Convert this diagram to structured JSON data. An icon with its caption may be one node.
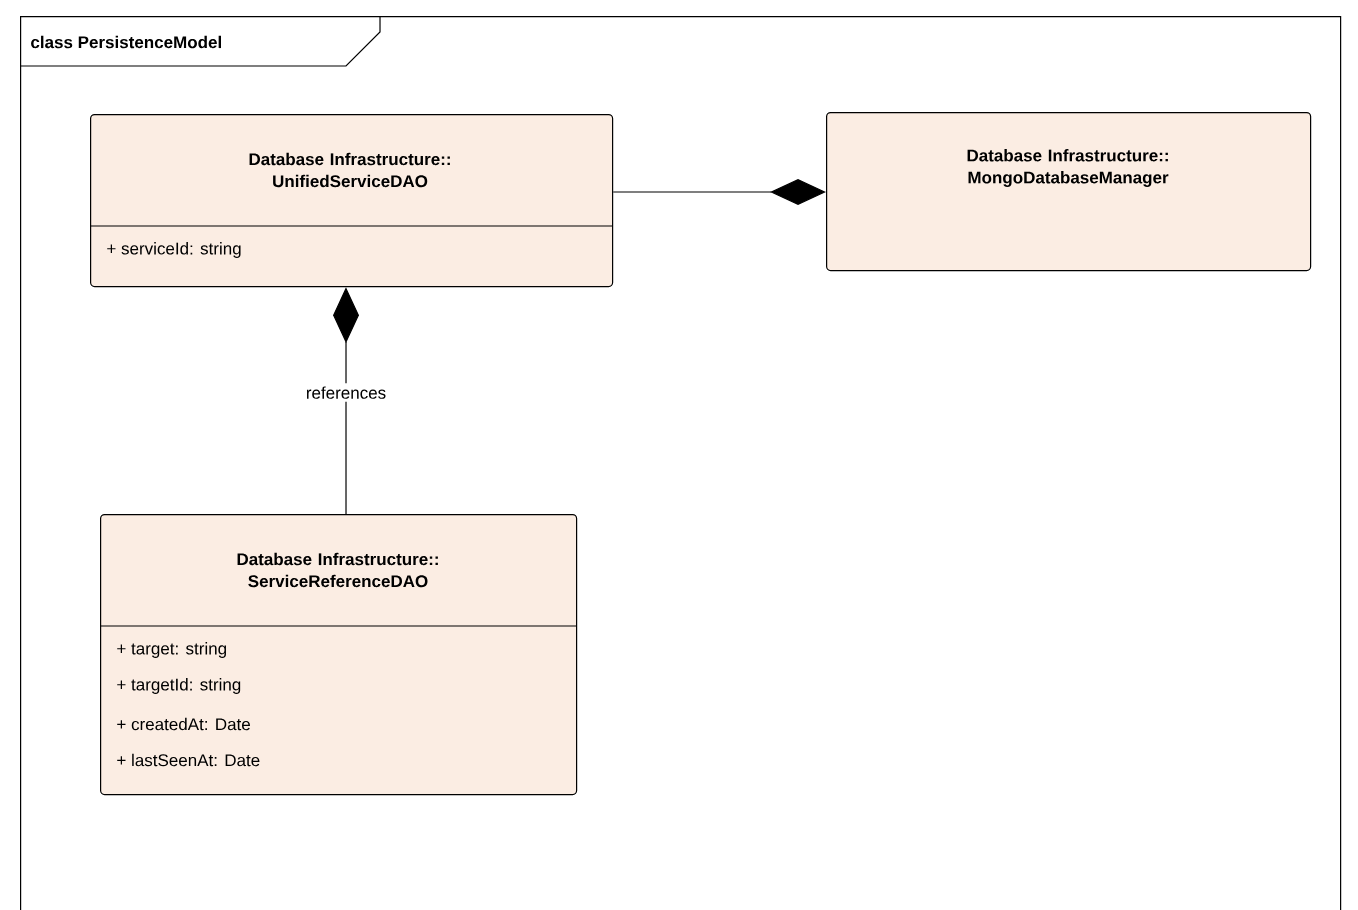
{
  "diagram": {
    "nodes": [
      {
        "text": [
          "class PersistenceModel"
        ]
      },
      {
        "text": [
          "Database Infrastructure:: UnifiedServiceDAO",
          "+ serviceId: string"
        ],
        "in": 0
      },
      {
        "text": [
          "Database Infrastructure:: MongoDatabaseManager"
        ],
        "in": 0
      },
      {
        "text": [
          "Database Infrastructure:: ServiceReferenceDAO",
          "+ target: string",
          "+ targetId: string",
          "+ createdAt: Date",
          "+ lastSeenAt: Date"
        ],
        "in": 0
      }
    ],
    "edges": [
      {
        "from": 2,
        "to": 1,
        "arrow": "other"
      },
      {
        "from": 1,
        "to": 3,
        "arrow": "other",
        "label": "references"
      }
    ]
  }
}
